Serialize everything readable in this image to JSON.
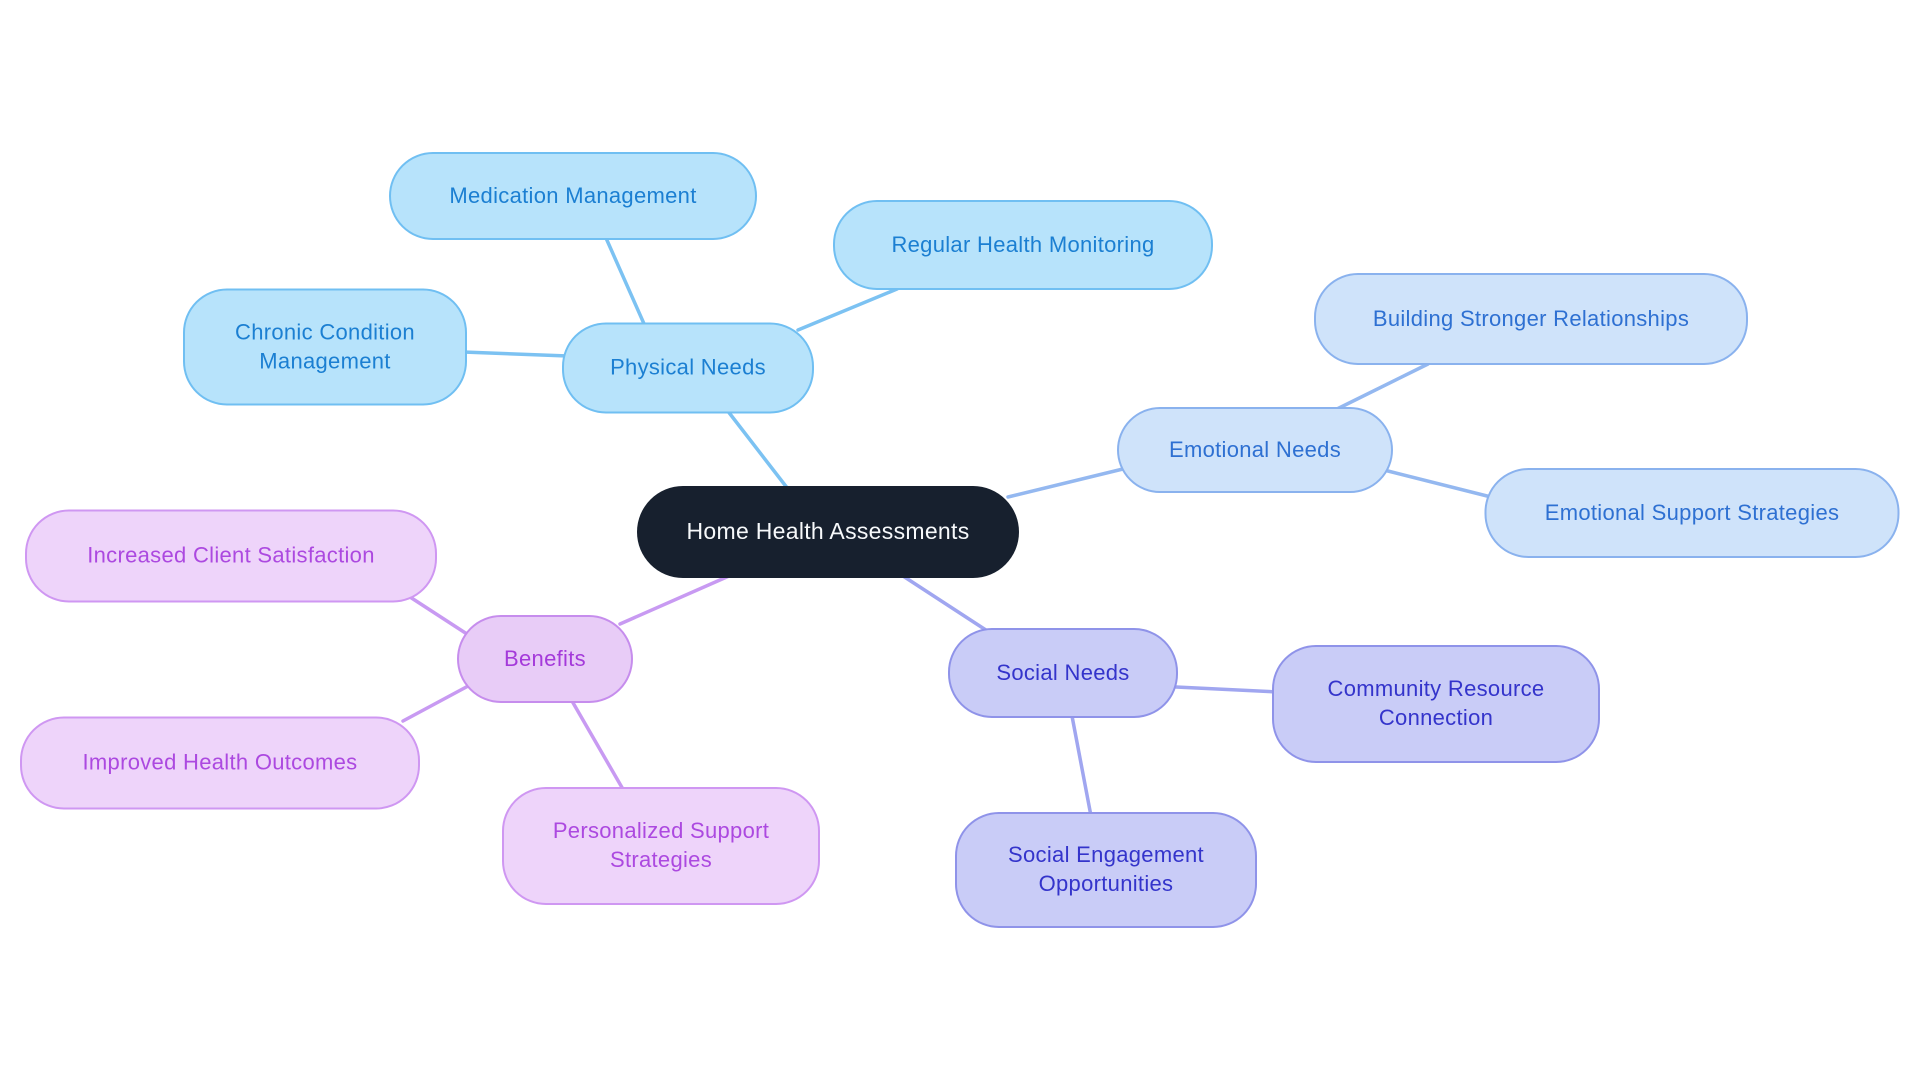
{
  "root": {
    "label": "Home Health Assessments",
    "fill": "#17202e",
    "text_color": "#f7f9fb"
  },
  "branches": {
    "physical": {
      "label": "Physical Needs",
      "fill": "#b7e3fb",
      "border": "#70bff2",
      "text_color": "#1b7fd2",
      "line_color": "#7cc2f2",
      "children": {
        "medication": "Medication Management",
        "chronic": "Chronic Condition Management",
        "monitoring": "Regular Health Monitoring"
      }
    },
    "emotional": {
      "label": "Emotional Needs",
      "fill": "#cfe3fa",
      "border": "#8ab2ee",
      "text_color": "#2e70d2",
      "line_color": "#94b8f0",
      "children": {
        "relationships": "Building Stronger Relationships",
        "support": "Emotional Support Strategies"
      }
    },
    "social": {
      "label": "Social Needs",
      "fill": "#c9ccf7",
      "border": "#8f93e9",
      "text_color": "#3434cb",
      "line_color": "#a0a6f0",
      "children": {
        "community": "Community Resource Connection",
        "engagement": "Social Engagement Opportunities"
      }
    },
    "benefits": {
      "label": "Benefits",
      "fill": "#e8ccf7",
      "border": "#c68ded",
      "text_color": "#a43ada",
      "line_color": "#c89af2",
      "children": {
        "satisfaction": "Increased Client Satisfaction",
        "outcomes": "Improved Health Outcomes",
        "personalized": "Personalized Support Strategies"
      }
    }
  }
}
